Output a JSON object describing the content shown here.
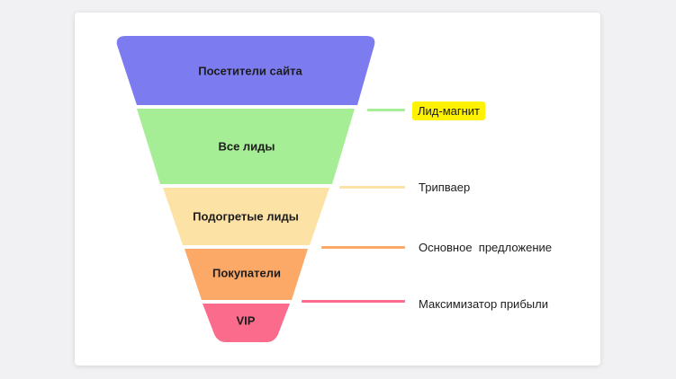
{
  "colors": {
    "stage_1": "#7c7cf0",
    "stage_2": "#a6ee95",
    "stage_3": "#fde2a6",
    "stage_4": "#fca867",
    "stage_5": "#fa6b8c",
    "highlight": "#fff200"
  },
  "funnel": {
    "stages": [
      {
        "label": "Посетители сайта"
      },
      {
        "label": "Все лиды"
      },
      {
        "label": "Подогретые лиды"
      },
      {
        "label": "Покупатели"
      },
      {
        "label": "VIP"
      }
    ]
  },
  "side_labels": [
    {
      "text": "Лид-магнит",
      "highlighted": true
    },
    {
      "text": "Трипваер",
      "highlighted": false
    },
    {
      "text": "Основное  предложение",
      "highlighted": false
    },
    {
      "text": "Максимизатор прибыли",
      "highlighted": false
    }
  ]
}
